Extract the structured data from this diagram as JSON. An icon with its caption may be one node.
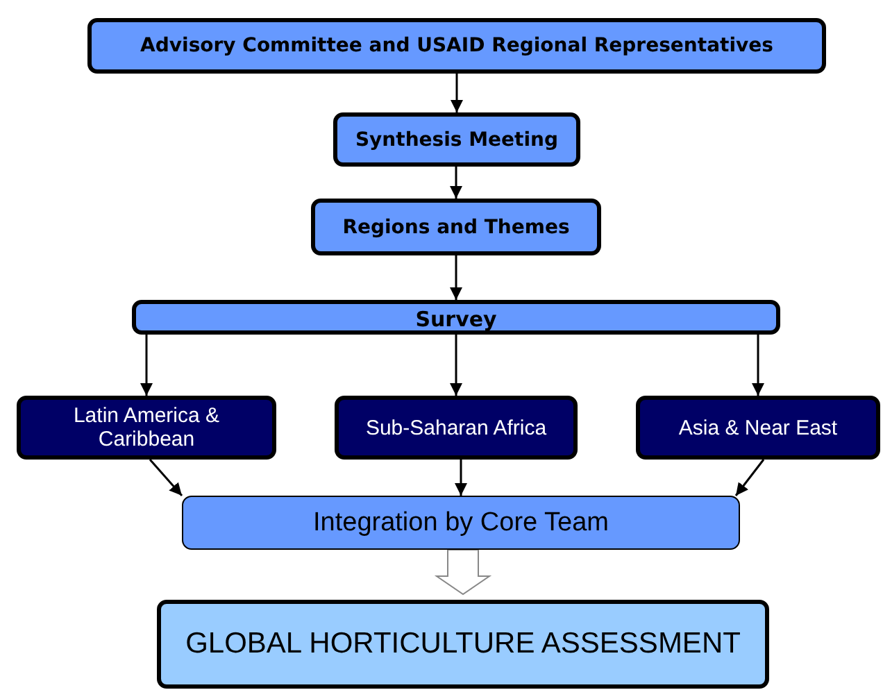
{
  "diagram": {
    "nodes": [
      {
        "text": [
          "Advisory Committee and USAID Regional Representatives"
        ]
      },
      {
        "text": [
          "Synthesis Meeting"
        ]
      },
      {
        "text": [
          "Regions and Themes"
        ]
      },
      {
        "text": [
          "Survey"
        ]
      },
      {
        "text": [
          "Latin America & Caribbean"
        ]
      },
      {
        "text": [
          "Sub-Saharan Africa"
        ]
      },
      {
        "text": [
          "Asia & Near East"
        ]
      },
      {
        "text": [
          "Integration by Core Team"
        ]
      },
      {
        "text": [
          "GLOBAL HORTICULTURE ASSESSMENT"
        ]
      }
    ],
    "edges": [
      {
        "from": 0,
        "to": 1,
        "arrow": "to"
      },
      {
        "from": 1,
        "to": 2,
        "arrow": "to"
      },
      {
        "from": 2,
        "to": 3,
        "arrow": "to"
      },
      {
        "from": 3,
        "to": 4,
        "arrow": "to"
      },
      {
        "from": 3,
        "to": 5,
        "arrow": "to"
      },
      {
        "from": 3,
        "to": 6,
        "arrow": "to"
      },
      {
        "from": 4,
        "to": 7,
        "arrow": "to"
      },
      {
        "from": 5,
        "to": 7,
        "arrow": "to"
      },
      {
        "from": 6,
        "to": 7,
        "arrow": "to"
      },
      {
        "from": 7,
        "to": 8,
        "arrow": "to",
        "style": "thick"
      }
    ]
  }
}
